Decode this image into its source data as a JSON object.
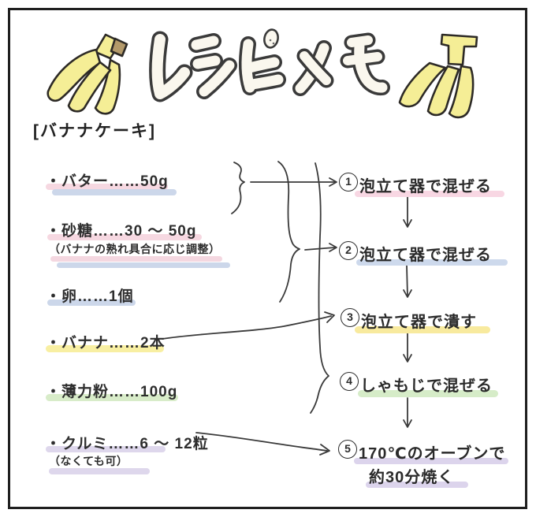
{
  "header": {
    "lettering_text": "レシピメモ",
    "left_icon": "banana-bunch",
    "right_icon": "banana-bunch"
  },
  "recipe": {
    "title": "[バナナケーキ]",
    "ingredients": [
      {
        "text": "・バター……50g",
        "highlight": "#f6d8e1",
        "highlight2": "#ccd7ea"
      },
      {
        "text": "・砂糖……30 〜 50g",
        "highlight": "#f6d8e1",
        "note": "（バナナの熟れ具合に応じ調整）",
        "note_highlight": "#f4d7e0",
        "note_highlight2": "#ccd7ea"
      },
      {
        "text": "・卵……1個",
        "highlight": "#ccd7ea"
      },
      {
        "text": "・バナナ……2本",
        "highlight": "#f8efa2"
      },
      {
        "text": "・薄力粉……100g",
        "highlight": "#d8ecc9"
      },
      {
        "text": "・クルミ……6 〜 12粒",
        "highlight": "#ded7ec",
        "note": "（なくても可）",
        "note_highlight": "#ded7ec"
      }
    ],
    "steps": [
      {
        "number": "1",
        "text": "泡立て器で混ぜる",
        "highlight": "#f8d7e3"
      },
      {
        "number": "2",
        "text": "泡立て器で混ぜる",
        "highlight": "#cdd9ec"
      },
      {
        "number": "3",
        "text": "泡立て器で潰す",
        "highlight": "#f8ea9e"
      },
      {
        "number": "4",
        "text": "しゃもじで混ぜる",
        "highlight": "#d6ecc8"
      },
      {
        "number": "5",
        "text": "170℃のオーブンで",
        "text2": "約30分焼く",
        "highlight": "#dcd4ec"
      }
    ]
  },
  "colors": {
    "ink": "#2b2b2b",
    "banana_fill": "#f5ee96",
    "banana_stem": "#b49a6a",
    "lettering_fill": "#faf7ee",
    "connector": "#3a3a3a"
  }
}
